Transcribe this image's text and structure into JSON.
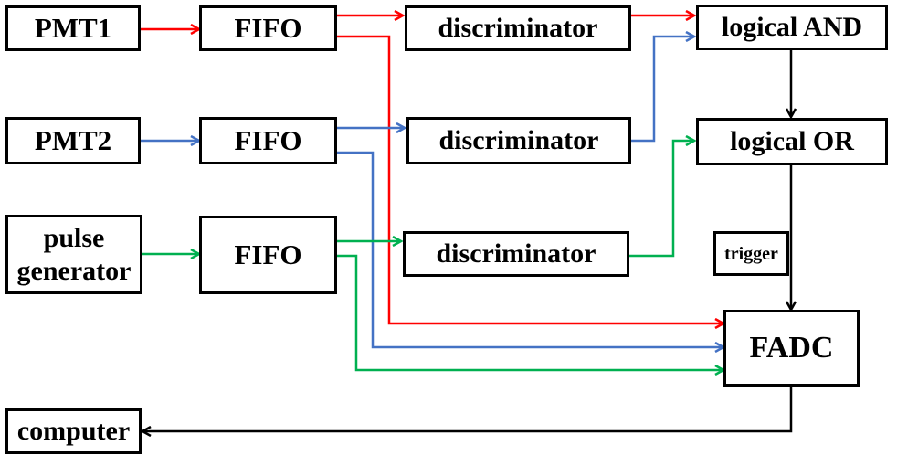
{
  "colors": {
    "pmt1_signal": "#ff0000",
    "pmt2_signal": "#4472c4",
    "pulse_signal": "#00b050",
    "control": "#000000"
  },
  "nodes": {
    "pmt1": "PMT1",
    "pmt2": "PMT2",
    "pulse_generator_line1": "pulse",
    "pulse_generator_line2": "generator",
    "fifo_1": "FIFO",
    "fifo_2": "FIFO",
    "fifo_3": "FIFO",
    "discriminator_1": "discriminator",
    "discriminator_2": "discriminator",
    "discriminator_3": "discriminator",
    "logical_and": "logical AND",
    "logical_or": "logical OR",
    "trigger": "trigger",
    "fadc": "FADC",
    "computer": "computer"
  }
}
